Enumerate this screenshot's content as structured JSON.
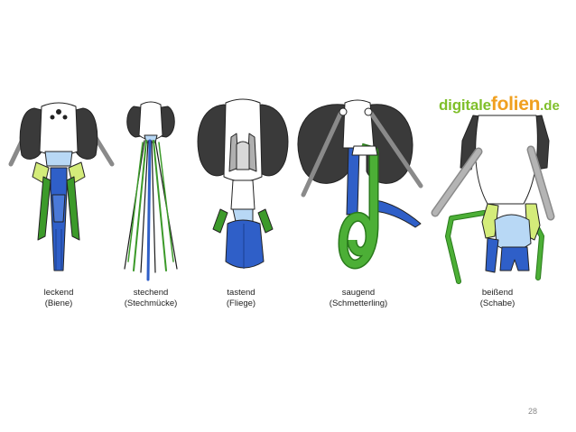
{
  "logo": {
    "part1": "digitale",
    "part2": "folien",
    "part3": ".de"
  },
  "captions": [
    {
      "type": "leckend",
      "insect": "(Biene)"
    },
    {
      "type": "stechend",
      "insect": "(Stechmücke)"
    },
    {
      "type": "tastend",
      "insect": "(Fliege)"
    },
    {
      "type": "saugend",
      "insect": "(Schmetterling)"
    },
    {
      "type": "beißend",
      "insect": "(Schabe)"
    }
  ],
  "page_number": "28",
  "colors": {
    "eye": "#3a3a3a",
    "antenna": "#9a9a9a",
    "blue": "#2f5fc8",
    "light_blue": "#b8d8f5",
    "green": "#3c9a2a",
    "light_green": "#d4ec7a",
    "head": "#ffffff",
    "outline": "#222222"
  }
}
